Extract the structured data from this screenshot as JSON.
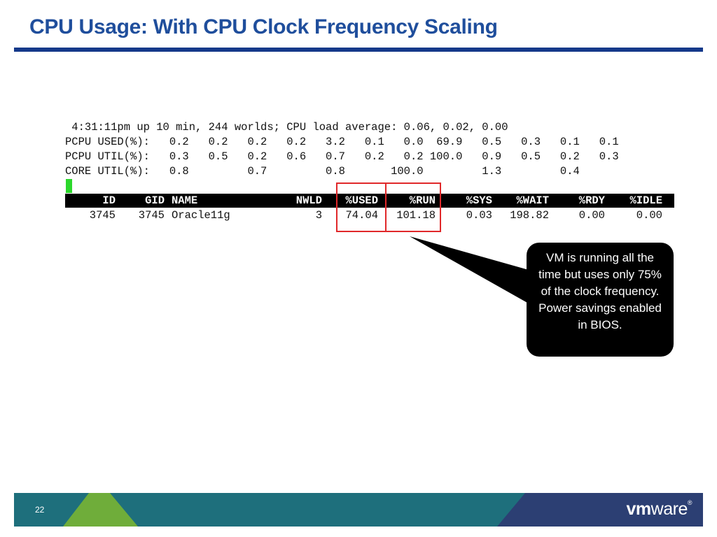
{
  "slide": {
    "title": "CPU Usage: With CPU Clock Frequency Scaling",
    "page_number": "22"
  },
  "terminal": {
    "lines": [
      " 4:31:11pm up 10 min, 244 worlds; CPU load average: 0.06, 0.02, 0.00",
      "PCPU USED(%):   0.2   0.2   0.2   0.2   3.2   0.1   0.0  69.9   0.5   0.3   0.1   0.1",
      "PCPU UTIL(%):   0.3   0.5   0.2   0.6   0.7   0.2   0.2 100.0   0.9   0.5   0.2   0.3",
      "CORE UTIL(%):   0.8         0.7         0.8       100.0         1.3         0.4"
    ],
    "columns": [
      "ID",
      "GID",
      "NAME",
      "NWLD",
      "%USED",
      "%RUN",
      "%SYS",
      "%WAIT",
      "%RDY",
      "%IDLE"
    ],
    "row": [
      "3745",
      "3745",
      "Oracle11g",
      "3",
      "74.04",
      "101.18",
      "0.03",
      "198.82",
      "0.00",
      "0.00"
    ]
  },
  "callout": {
    "text": "VM is running all the time but uses only 75% of the clock frequency. Power savings enabled in BIOS."
  },
  "logo": {
    "text_bold": "vm",
    "text_regular": "ware",
    "mark": "®"
  },
  "colors": {
    "title": "#1f4e9c",
    "rule": "#15398a",
    "highlight": "#e0282a",
    "footer_teal": "#1e6f7c",
    "footer_green": "#6fad3a",
    "footer_navy": "#2c3f73"
  }
}
